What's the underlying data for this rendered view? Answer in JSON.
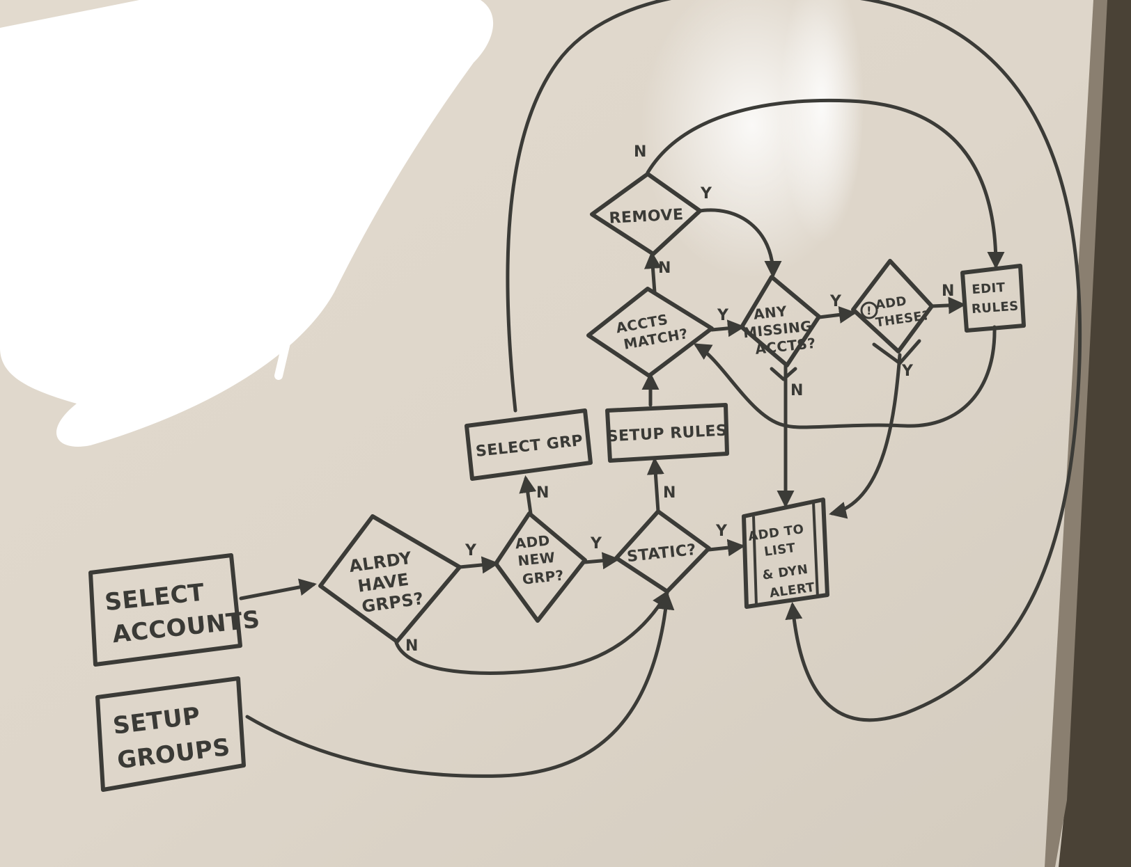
{
  "nodes": {
    "select_accounts": [
      "SELECT",
      "ACCOUNTS"
    ],
    "setup_groups": [
      "SETUP",
      "GROUPS"
    ],
    "alrdy_have_grps": [
      "ALRDY",
      "HAVE",
      "GRPS?"
    ],
    "add_new_grp": [
      "ADD",
      "NEW",
      "GRP?"
    ],
    "static": [
      "STATIC?"
    ],
    "select_grp": [
      "SELECT GRP"
    ],
    "setup_rules": [
      "SETUP RULES"
    ],
    "accts_match": [
      "ACCTS",
      "MATCH?"
    ],
    "remove": [
      "REMOVE"
    ],
    "any_missing_accts": [
      "ANY",
      "MISSING",
      "ACCTS?"
    ],
    "add_these": [
      "ADD",
      "THESE?"
    ],
    "add_these_mark": "!",
    "edit_rules": [
      "EDIT",
      "RULES"
    ],
    "add_to_list": [
      "ADD TO",
      "LIST",
      "& DYN",
      "ALERT"
    ]
  },
  "edge_labels": {
    "alrdy_yes": "Y",
    "alrdy_no": "N",
    "addnew_yes": "Y",
    "addnew_no": "N",
    "static_yes": "Y",
    "static_no": "N",
    "accts_yes": "Y",
    "accts_no": "N",
    "remove_yes": "Y",
    "remove_no": "N",
    "missing_yes": "Y",
    "missing_no": "N",
    "these_yes": "Y",
    "these_no": "N"
  },
  "colors": {
    "board": "#ddd5c9",
    "ink": "#3b3b37",
    "glare": "#ffffff",
    "frame": "#4a4236",
    "red_marks": "#c0504a"
  }
}
